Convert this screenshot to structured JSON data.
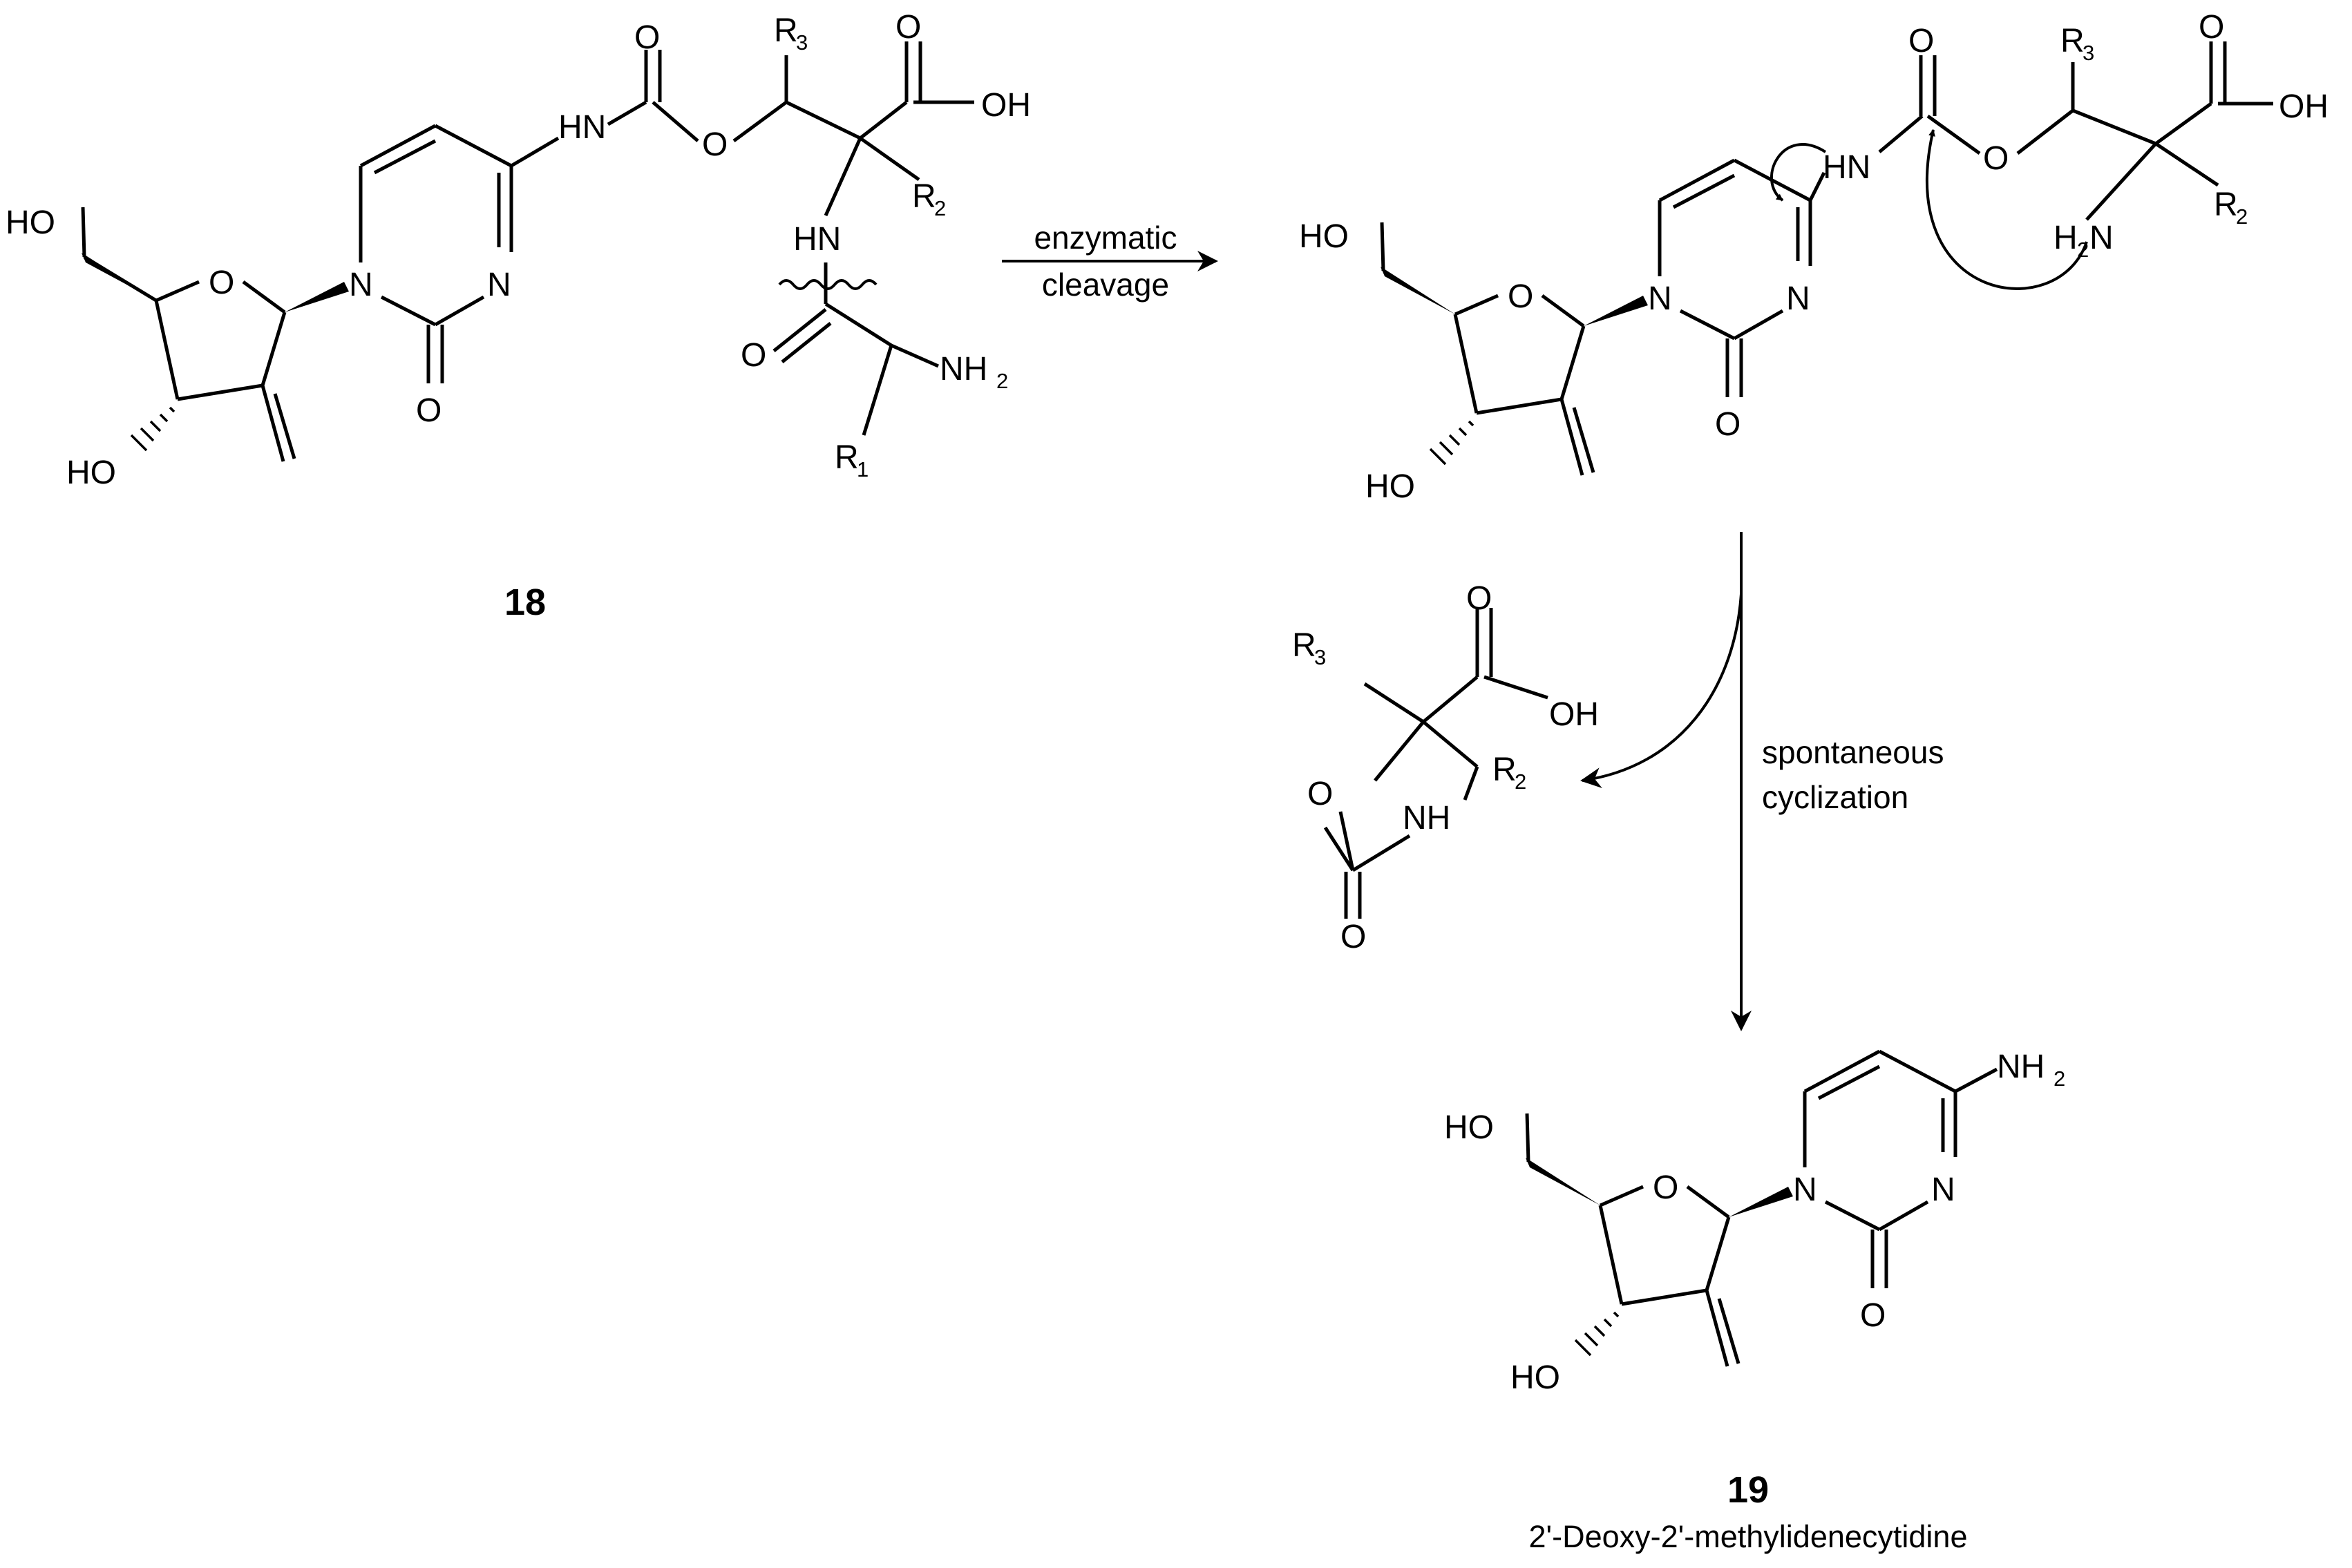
{
  "labels": {
    "HO": "HO",
    "O": "O",
    "N": "N",
    "HN": "HN",
    "OH": "OH",
    "NH": "NH",
    "NH2": "NH",
    "H2N_H": "H",
    "H2N_N": "N",
    "sub2": "2",
    "R": "R",
    "r1": "1",
    "r2": "2",
    "r3": "3"
  },
  "conditions": {
    "step1_line1": "enzymatic",
    "step1_line2": "cleavage",
    "step2_line1": "spontaneous",
    "step2_line2": "cyclization"
  },
  "compounds": {
    "c18": "18",
    "c19": "19",
    "c19_name": "2'-Deoxy-2'-methylidenecytidine"
  }
}
